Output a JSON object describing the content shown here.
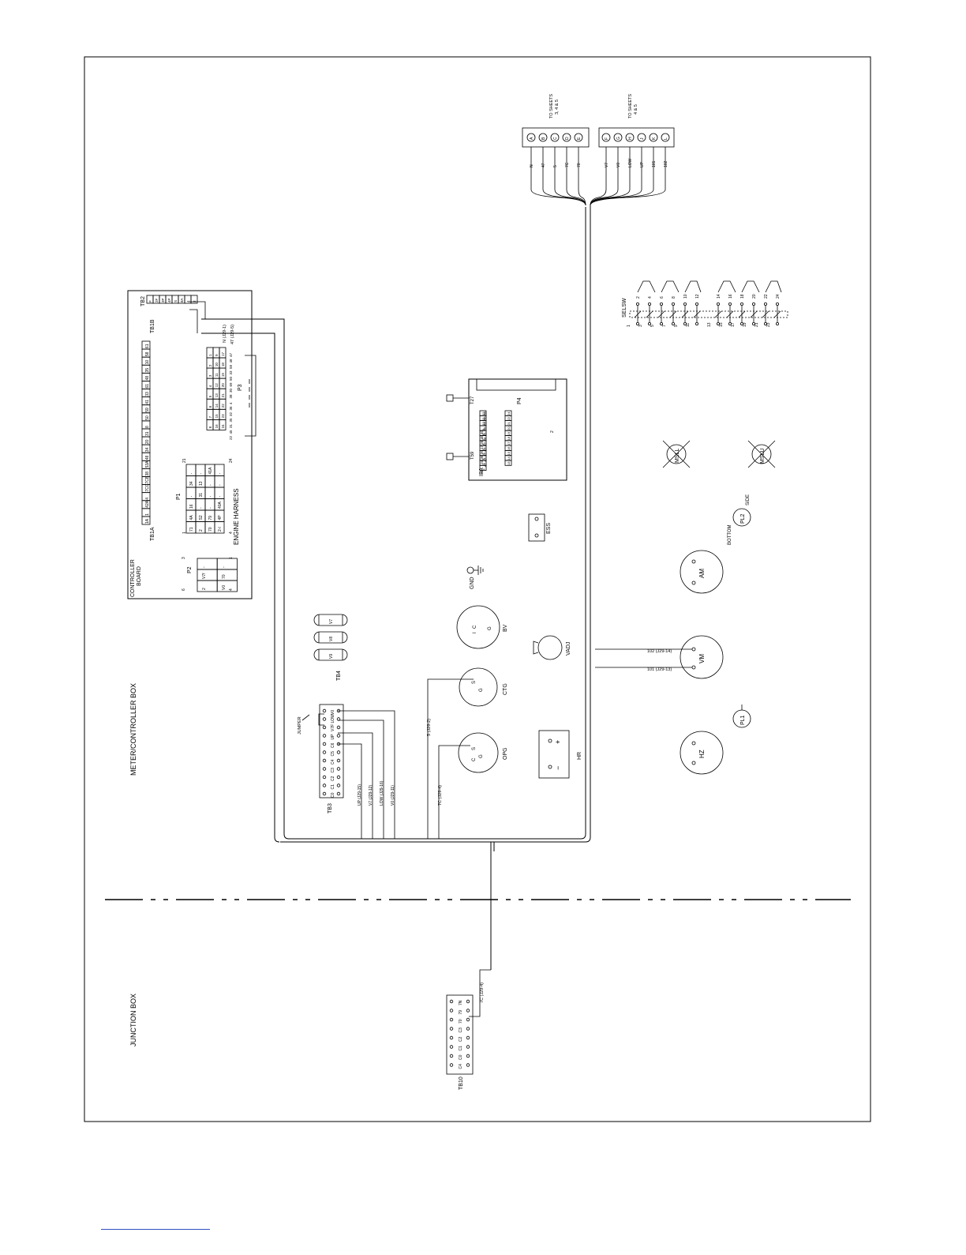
{
  "sections": {
    "meter_box": "METER/CONTROLLER BOX",
    "junction_box": "JUNCTION BOX",
    "controller_board": [
      "CONTROLLER",
      "BOARD"
    ],
    "engine_harness": "ENGINE HARNESS"
  },
  "controller": {
    "tb1a": "TB1A",
    "tb1b": "TB1B",
    "tb2": "TB2",
    "tb1_terminals": [
      "1A",
      "1",
      "42A",
      "4",
      "7CC",
      "7CB",
      "38",
      "53A",
      "48",
      "34",
      "20",
      "31",
      "8",
      "50",
      "59",
      "41",
      "33",
      "61",
      "48",
      "35",
      "10",
      "58",
      "61"
    ],
    "tb2_terminals": [
      "F",
      "2F",
      "3P",
      "4P",
      "S",
      "8A",
      "4",
      "3"
    ],
    "p1": {
      "label": "P1",
      "pin_start": "1",
      "pin_end": "21",
      "pin_row2_start": "4",
      "pin_row2_end": "24",
      "cells": [
        "71",
        "4A",
        "16",
        "-",
        "34",
        "-",
        "2",
        "S2",
        "-",
        "31",
        "13",
        "-",
        "70",
        "79",
        "-",
        "-",
        "-",
        "41A",
        "2-l",
        "4P",
        "40A",
        "-",
        "-",
        "-"
      ]
    },
    "p2": {
      "label": "P2",
      "pins": [
        "6",
        "3",
        "4",
        "1"
      ],
      "cells": [
        "2",
        "V7f",
        "-",
        "V0",
        "70",
        "-"
      ]
    },
    "p3": {
      "label": "P3",
      "numbers": [
        "1",
        "2",
        "3",
        "4",
        "5",
        "6",
        "7",
        "8",
        "9",
        "10",
        "11",
        "12",
        "13",
        "14",
        "15",
        "16",
        "17",
        "18",
        "19",
        "20",
        "21",
        "22",
        "23",
        "24"
      ],
      "wires": [
        "47",
        "48",
        "58",
        "33",
        "50",
        "69",
        "30",
        "38",
        "4",
        "36",
        "32",
        "35",
        "31",
        "45",
        "22"
      ]
    },
    "n_wire": "N (J29-1)",
    "w47_wire": "47 (J29-5)"
  },
  "connector": {
    "group1_title": "TO SHEETS",
    "group1_sheets": "3, 4 & 5",
    "group2_title": "TO SHEETS",
    "group2_sheets": "4 & 5",
    "pins": [
      "A",
      "B",
      "C",
      "D",
      "E",
      "F",
      "G",
      "H",
      "J",
      "K",
      "L"
    ],
    "wires": [
      "N",
      "47",
      "5",
      "7C",
      "70",
      "V7",
      "V0",
      "LOW",
      "UP",
      "101",
      "102"
    ]
  },
  "selsw": {
    "label": "SELSW",
    "top": [
      "2",
      "4",
      "6",
      "8",
      "10",
      "12",
      "14",
      "16",
      "18",
      "20",
      "22",
      "24"
    ],
    "bottom": [
      "1",
      "3",
      "5",
      "7",
      "9",
      "11",
      "13",
      "15",
      "17",
      "19",
      "21",
      "23"
    ]
  },
  "ipa": {
    "label": "IPA",
    "p4": "P4",
    "t27": "T27",
    "t59": "T59",
    "col1": [
      "36",
      "90",
      "60",
      "35",
      "41",
      "56",
      "62",
      "63",
      "32",
      "43",
      "47"
    ],
    "col2": [
      "12",
      "11",
      "10",
      "9",
      "8",
      "7",
      "6",
      "5",
      "4",
      "3",
      "2",
      "1"
    ],
    "col3": [
      "40",
      "46",
      "26",
      "17",
      "39",
      "38",
      "24",
      "",
      "48",
      ""
    ],
    "col4": [
      "24",
      "22",
      "21",
      "20",
      "19",
      "18",
      "17",
      "16",
      "15",
      "14",
      "13"
    ],
    "pin_end": "2"
  },
  "lamps": {
    "msll": "MSLL",
    "mslu": "MSLU",
    "pl1": "PL1",
    "pl2": "PL2",
    "side": "SIDE",
    "bottom": "BOTTOM"
  },
  "meters": {
    "am": "AM",
    "vm": "VM",
    "hz": "HZ",
    "bv": "BV",
    "ctg": "CTG",
    "opg": "OPG",
    "ess": "ESS",
    "gnd": "GND",
    "vadj": "VADJ",
    "hr": "HR",
    "plus": "+",
    "minus": "−"
  },
  "gauge_terms": {
    "g": "G",
    "s": "S",
    "i": "I",
    "c": "C"
  },
  "vm_wires": [
    "102 (J29-14)",
    "101 (J29-13)"
  ],
  "tb4": {
    "label": "TB4",
    "items": [
      "V7",
      "V8",
      "V9"
    ]
  },
  "tb3": {
    "label": "TB3",
    "jumper": "JUMPER",
    "cells": [
      "V0",
      "LOW",
      "V7F",
      "UP",
      "C6",
      "C5",
      "C4",
      "C3",
      "C2",
      "C1",
      "C0"
    ],
    "wires": [
      "UP (J29-15)",
      "V7 (J29-12)",
      "LOW (J29-16)",
      "V0 (J29-11)"
    ]
  },
  "ctg_wire": "5 (J29-2)",
  "opg_wire": "7C (J29-4)",
  "tb10": {
    "label": "TB10",
    "cells": [
      "7N",
      "79",
      "70",
      "C3",
      "C2",
      "C1",
      "C0",
      "C4"
    ],
    "wire": "7C (J29-4)"
  }
}
